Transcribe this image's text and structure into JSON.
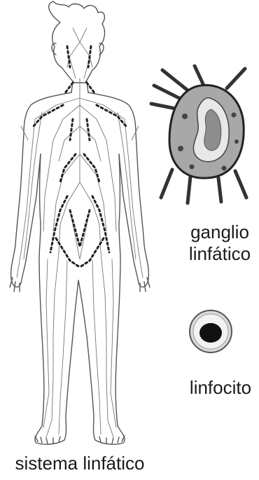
{
  "labels": {
    "node_line1": "ganglio",
    "node_line2": "linfático",
    "cell": "linfocito",
    "system": "sistema linfático"
  }
}
